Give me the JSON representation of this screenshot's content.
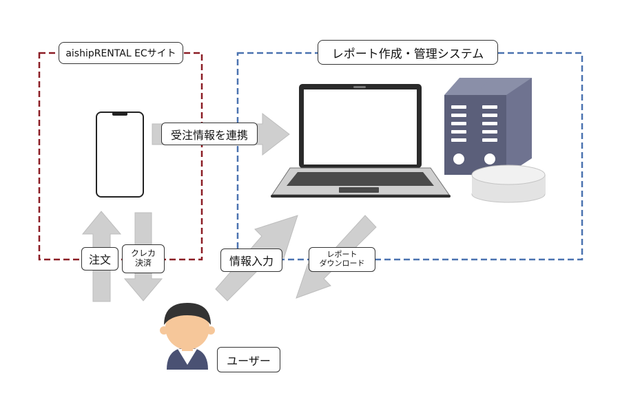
{
  "groups": {
    "ec_site": {
      "title": "aishipRENTAL ECサイト",
      "border_color": "#8b1c24"
    },
    "report_system": {
      "title": "レポート作成・管理システム",
      "border_color": "#4a72b0"
    }
  },
  "flows": {
    "order_sync": "受注情報を連携",
    "order": "注文",
    "card_payment": {
      "line1": "クレカ",
      "line2": "決済"
    },
    "info_input": "情報入力",
    "report_download": {
      "line1": "レポート",
      "line2": "ダウンロード"
    }
  },
  "actors": {
    "user": "ユーザー"
  },
  "icons": [
    "smartphone-icon",
    "laptop-icon",
    "server-icon",
    "database-icon",
    "user-icon"
  ],
  "colors": {
    "arrow": "#cfcfcf",
    "server": "#5b5f7a",
    "skin": "#f6c79a",
    "hair": "#333333",
    "shirt": "#4a5173"
  }
}
